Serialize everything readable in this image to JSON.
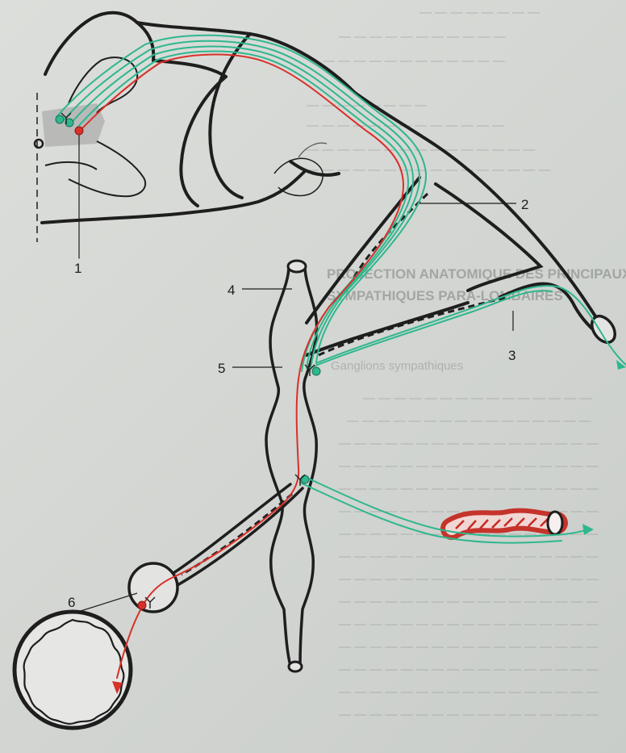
{
  "labels": {
    "n1": "1",
    "n2": "2",
    "n3": "3",
    "n4": "4",
    "n5": "5",
    "n6": "6"
  },
  "bleed_text": {
    "heading_line_1": "PROJECTION ANATOMIQUE DES PRINCIPAUX NERFS",
    "heading_line_2": "SYMPATHIQUES PARA-LOMBAIRES",
    "sub_heading": "Ganglions sympathiques"
  },
  "colors": {
    "outline": "#1e1e1e",
    "sympathetic_green": "#2fb78e",
    "visceral_red": "#d9302a",
    "grey_matter": "#b4b4b4",
    "page": "#d4d6d2"
  }
}
